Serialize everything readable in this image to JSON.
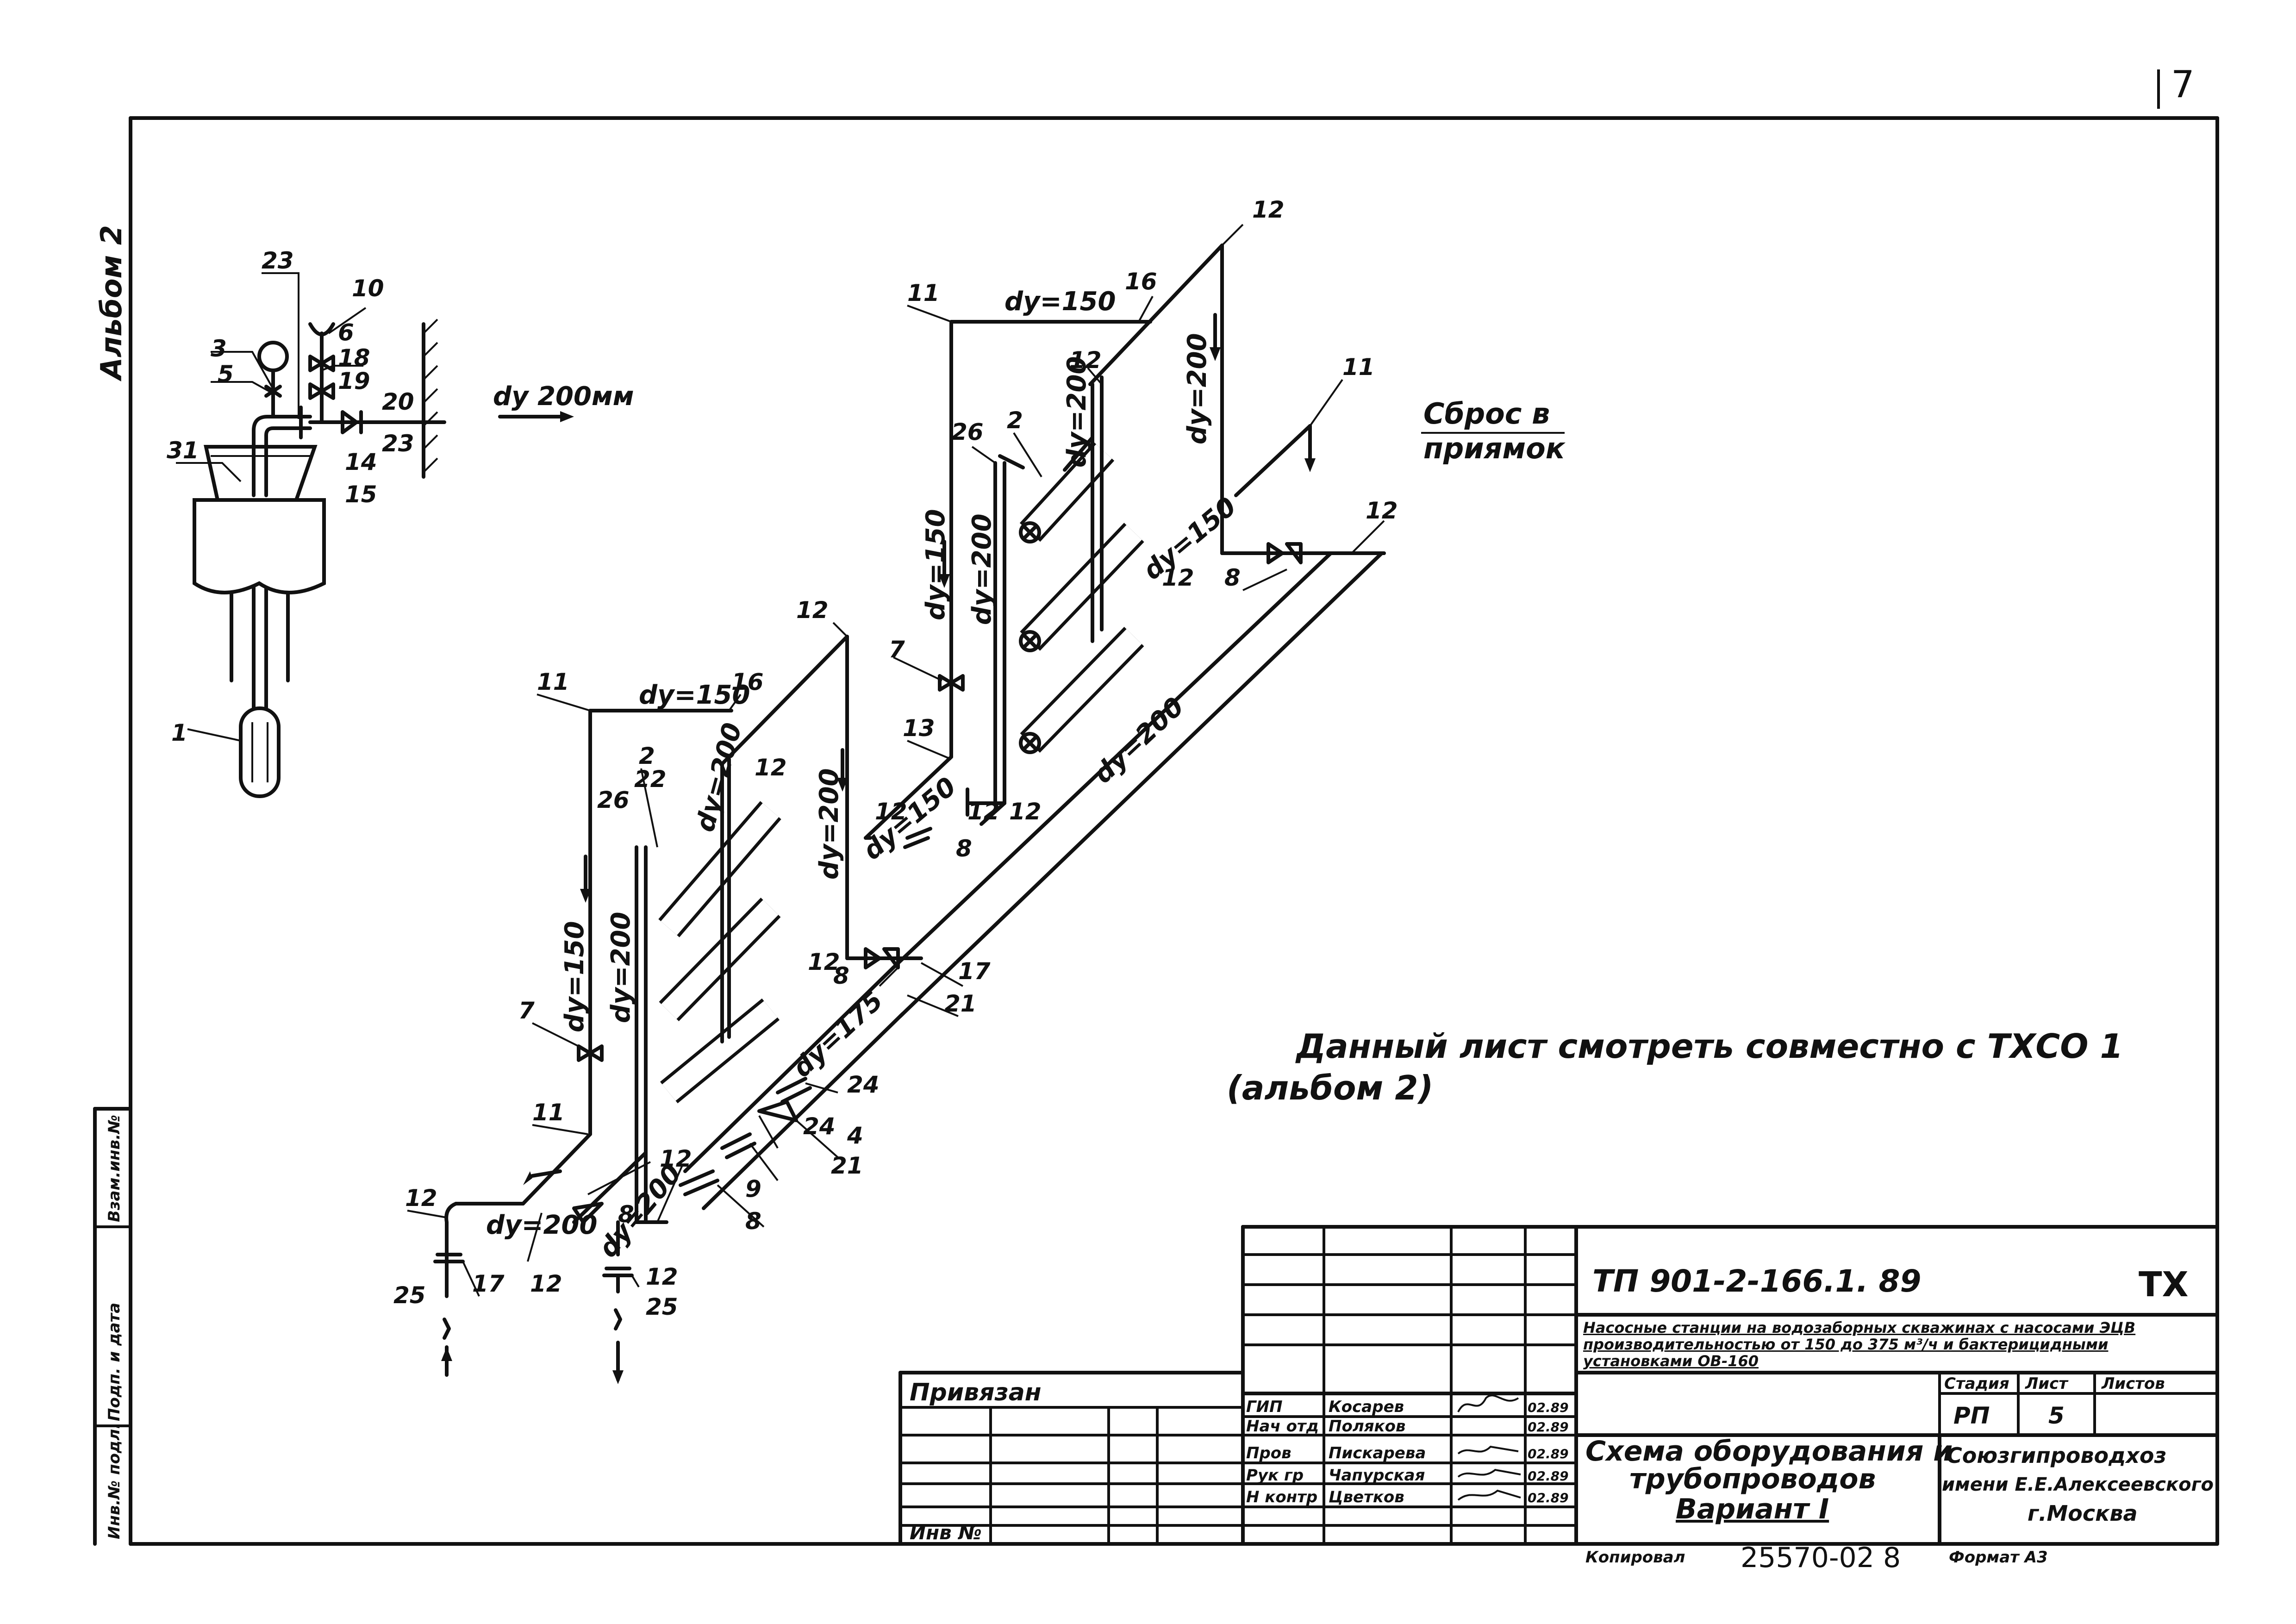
{
  "page_number": "7",
  "side_labels": {
    "album": "Альбом 2",
    "vzam": "Взам.инв.№",
    "podp": "Подп. и дата",
    "inv_podl": "Инв.№ подл."
  },
  "callouts": {
    "n1": "1",
    "n3": "3",
    "n5": "5",
    "n31": "31",
    "n23a": "23",
    "n10": "10",
    "n6": "6",
    "n18": "18",
    "n19": "19",
    "n20": "20",
    "n23b": "23",
    "n14": "14",
    "n15": "15",
    "n12_top": "12",
    "n11_top": "11",
    "n16_top": "16",
    "n12_a": "12",
    "n26_top": "26",
    "n2_top": "2",
    "n11_sbros": "11",
    "n12_r": "12",
    "n8_r": "8",
    "n12_r2": "12",
    "n7_top": "7",
    "n12_mid": "12",
    "n13": "13",
    "n12_m2": "12",
    "n12_m3": "12",
    "n8_m": "8",
    "n11_l": "11",
    "n16_l": "16",
    "n12_l": "12",
    "n2_l": "2",
    "n22": "22",
    "n12_l2": "12",
    "n26_l": "26",
    "n12_l3": "12",
    "n8_l": "8",
    "n17_a": "17",
    "n21_a": "21",
    "n7_l": "7",
    "n11_l2": "11",
    "n24_a": "24",
    "n24_b": "24",
    "n4": "4",
    "n21_b": "21",
    "n9": "9",
    "n8_b": "8",
    "n12_b": "12",
    "n12_c": "12",
    "n12_bl": "12",
    "n8_bl": "8",
    "n17_bl": "17",
    "n12_bl2": "12",
    "n25_a": "25",
    "n12_bd": "12",
    "n25_b": "25"
  },
  "pipe_labels": {
    "dy200mm": "dy 200мм",
    "dy150_top": "dy=150",
    "dy200_v1": "dy=200",
    "dy200_v2": "dy=200",
    "dy150_v1": "dy=150",
    "dy150_d1": "dy=150",
    "dy200_v3": "dy=200",
    "dy200_main": "dy=200",
    "dy150_l": "dy=150",
    "dy200_l1": "dy=200",
    "dy200_l2": "dy=200",
    "dy150_m": "dy=150",
    "dy150_lv": "dy=150",
    "dy200_lv": "dy=200",
    "dy175": "dy=175",
    "dy200_bl": "dy=200",
    "dy200_bl2": "dy=200"
  },
  "sbros": {
    "line1": "Сброс в",
    "line2": "приямок"
  },
  "note": {
    "line1": "Данный лист смотреть совместно с ТХСО 1",
    "line2": "(альбом 2)"
  },
  "title_block": {
    "code": "ТП 901-2-166.1. 89",
    "mark": "ТХ",
    "description": "Насосные станции на водозаборных скважинах с насосами ЭЦВ производительностью от 150 до 375 м³/ч и бактерицидными установками ОВ-160",
    "privyazan": "Привязан",
    "inv_no": "Инв №",
    "headers": {
      "stage": "Стадия",
      "sheet": "Лист",
      "sheets": "Листов"
    },
    "stage": "РП",
    "sheet": "5",
    "sheets": "",
    "roles": [
      {
        "role": "ГИП",
        "name": "Косарев",
        "date": "02.89"
      },
      {
        "role": "Нач отд",
        "name": "Поляков",
        "date": "02.89"
      },
      {
        "role": "Пров",
        "name": "Пискарева",
        "date": "02.89"
      },
      {
        "role": "Рук гр",
        "name": "Чапурская",
        "date": "02.89"
      },
      {
        "role": "Н контр",
        "name": "Цветков",
        "date": "02.89"
      }
    ],
    "sheet_title": [
      "Схема оборудования и",
      "трубопроводов",
      "Вариант I"
    ],
    "org": [
      "Союзгипроводхоз",
      "имени Е.Е.Алексеевского",
      "г.Москва"
    ],
    "copied_label": "Копировал",
    "copied_value": "25570-02 8",
    "format": "Формат А3"
  }
}
